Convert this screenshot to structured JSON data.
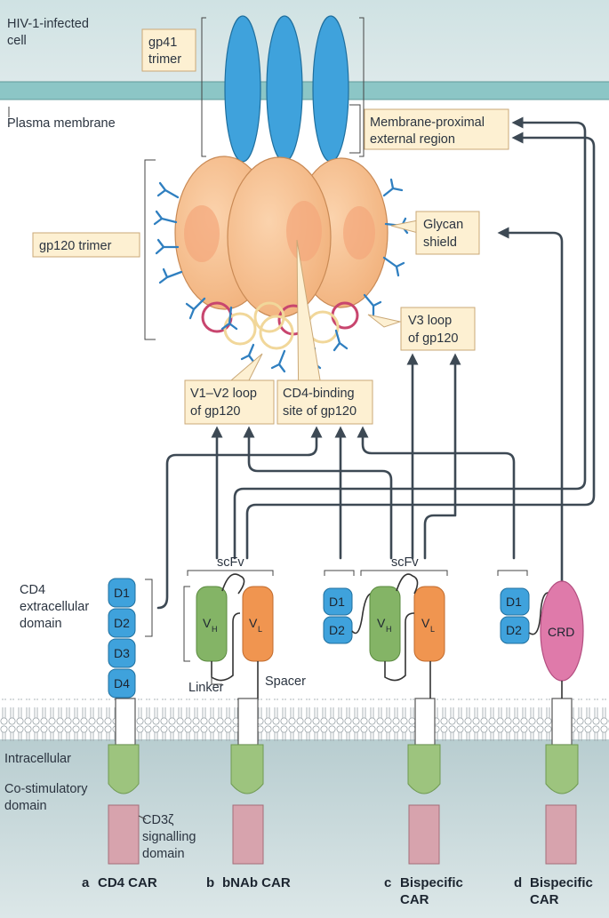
{
  "labels": {
    "hiv_cell": [
      "HIV-1-infected",
      "cell"
    ],
    "plasma_membrane": "Plasma membrane",
    "gp41": [
      "gp41",
      "trimer"
    ],
    "mper": [
      "Membrane-proximal",
      "external region"
    ],
    "gp120_trimer": "gp120 trimer",
    "glycan": [
      "Glycan",
      "shield"
    ],
    "v3": [
      "V3 loop",
      "of gp120"
    ],
    "v1v2": [
      "V1–V2 loop",
      "of gp120"
    ],
    "cd4bs": [
      "CD4-binding",
      "site of gp120"
    ],
    "scfv": "scFv",
    "cd4_extracellular": [
      "CD4",
      "extracellular",
      "domain"
    ],
    "linker": "Linker",
    "spacer": "Spacer",
    "intracellular": "Intracellular",
    "costim": [
      "Co-stimulatory",
      "domain"
    ],
    "cd3z": [
      "CD3ζ",
      "signalling",
      "domain"
    ]
  },
  "domains": {
    "d1": "D1",
    "d2": "D2",
    "d3": "D3",
    "d4": "D4",
    "vh_main": "V",
    "vh_sub": "H",
    "vl_main": "V",
    "vl_sub": "L",
    "crd": "CRD"
  },
  "panels": [
    {
      "letter": "a",
      "title": [
        "CD4 CAR"
      ]
    },
    {
      "letter": "b",
      "title": [
        "bNAb CAR"
      ]
    },
    {
      "letter": "c",
      "title": [
        "Bispecific",
        "CAR"
      ]
    },
    {
      "letter": "d",
      "title": [
        "Bispecific",
        "CAR"
      ]
    }
  ],
  "colors": {
    "gp41": "#3fa2dc",
    "gp120": "#f7c396",
    "glycan": "#2f7fc0",
    "loop_v3": "#c8456e",
    "loop_v1v2": "#f1d79a",
    "domain_blue": "#3fa2dc",
    "vh_green": "#84b466",
    "vl_orange": "#f09550",
    "crd_pink": "#df7aaa",
    "costim_green": "#9dc47e",
    "cd3z_pink": "#d7a3ad",
    "box_fill": "#fdf0d2",
    "membrane_teal": "#8cc6c6"
  }
}
